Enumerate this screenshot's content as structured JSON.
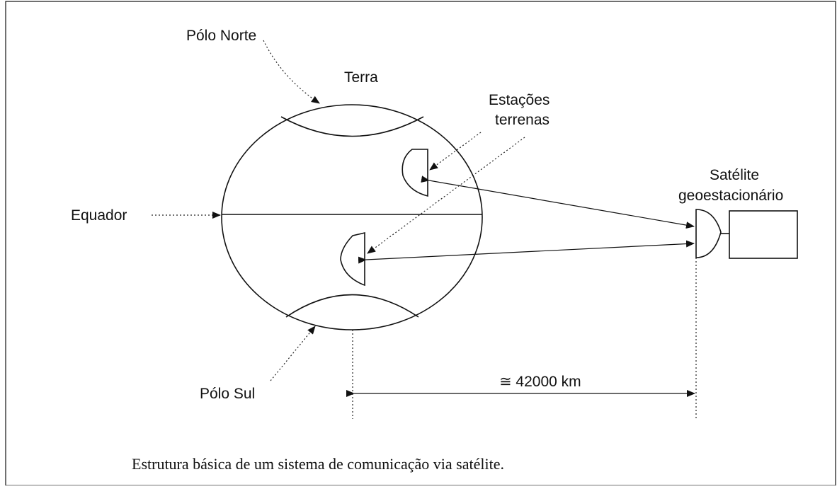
{
  "diagram": {
    "labels": {
      "north_pole": "Pólo Norte",
      "earth": "Terra",
      "stations_line1": "Estações",
      "stations_line2": "terrenas",
      "satellite_line1": "Satélite",
      "satellite_line2": "geoestacionário",
      "equator": "Equador",
      "south_pole": "Pólo Sul",
      "distance": "≅ 42000 km"
    },
    "caption": "Estrutura básica de um sistema de comunicação via satélite."
  }
}
